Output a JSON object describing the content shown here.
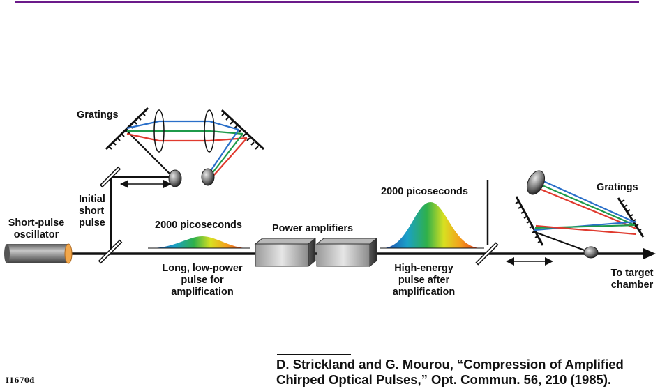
{
  "labels": {
    "gratings_top": "Gratings",
    "gratings_right": "Gratings",
    "oscillator": [
      "Short-pulse",
      "oscillator"
    ],
    "initial_pulse": [
      "Initial",
      "short",
      "pulse"
    ],
    "stretched_duration": "2000 picoseconds",
    "amplified_duration": "2000 picoseconds",
    "power_amplifiers": "Power amplifiers",
    "long_pulse": [
      "Long, low-power",
      "pulse for",
      "amplification"
    ],
    "high_energy_pulse": [
      "High-energy",
      "pulse after",
      "amplification"
    ],
    "target": [
      "To target",
      "chamber"
    ]
  },
  "reference": {
    "authors": "D. Strickland and G. Mourou, “Compression of Amplified",
    "line2_before": "Chirped Optical Pulses,” Opt. Commun. ",
    "volume": "56",
    "line2_after": ", 210 (1985)."
  },
  "figure_code": "I1670d",
  "colors": {
    "accent_bar": "#6b1a8a",
    "beam_blue": "#2a6fc9",
    "beam_green": "#1e9a4a",
    "beam_red": "#e03a2e",
    "oscillator_face": "#f2a74a"
  }
}
